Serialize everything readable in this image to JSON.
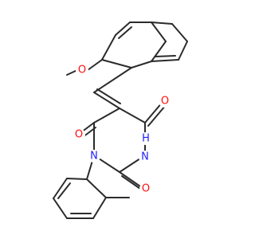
{
  "atoms": {
    "methoxy_o": "O",
    "ketone_o_right": "O",
    "ketone_o_left": "O",
    "amide_nh": "H",
    "amide_n_right": "N",
    "urea_o": "O",
    "aryl_n": "N"
  },
  "colors": {
    "bond": "#2b2b2b",
    "oxygen": "#ff0d0d",
    "nitrogen": "#2020ff",
    "background": "#ffffff"
  }
}
